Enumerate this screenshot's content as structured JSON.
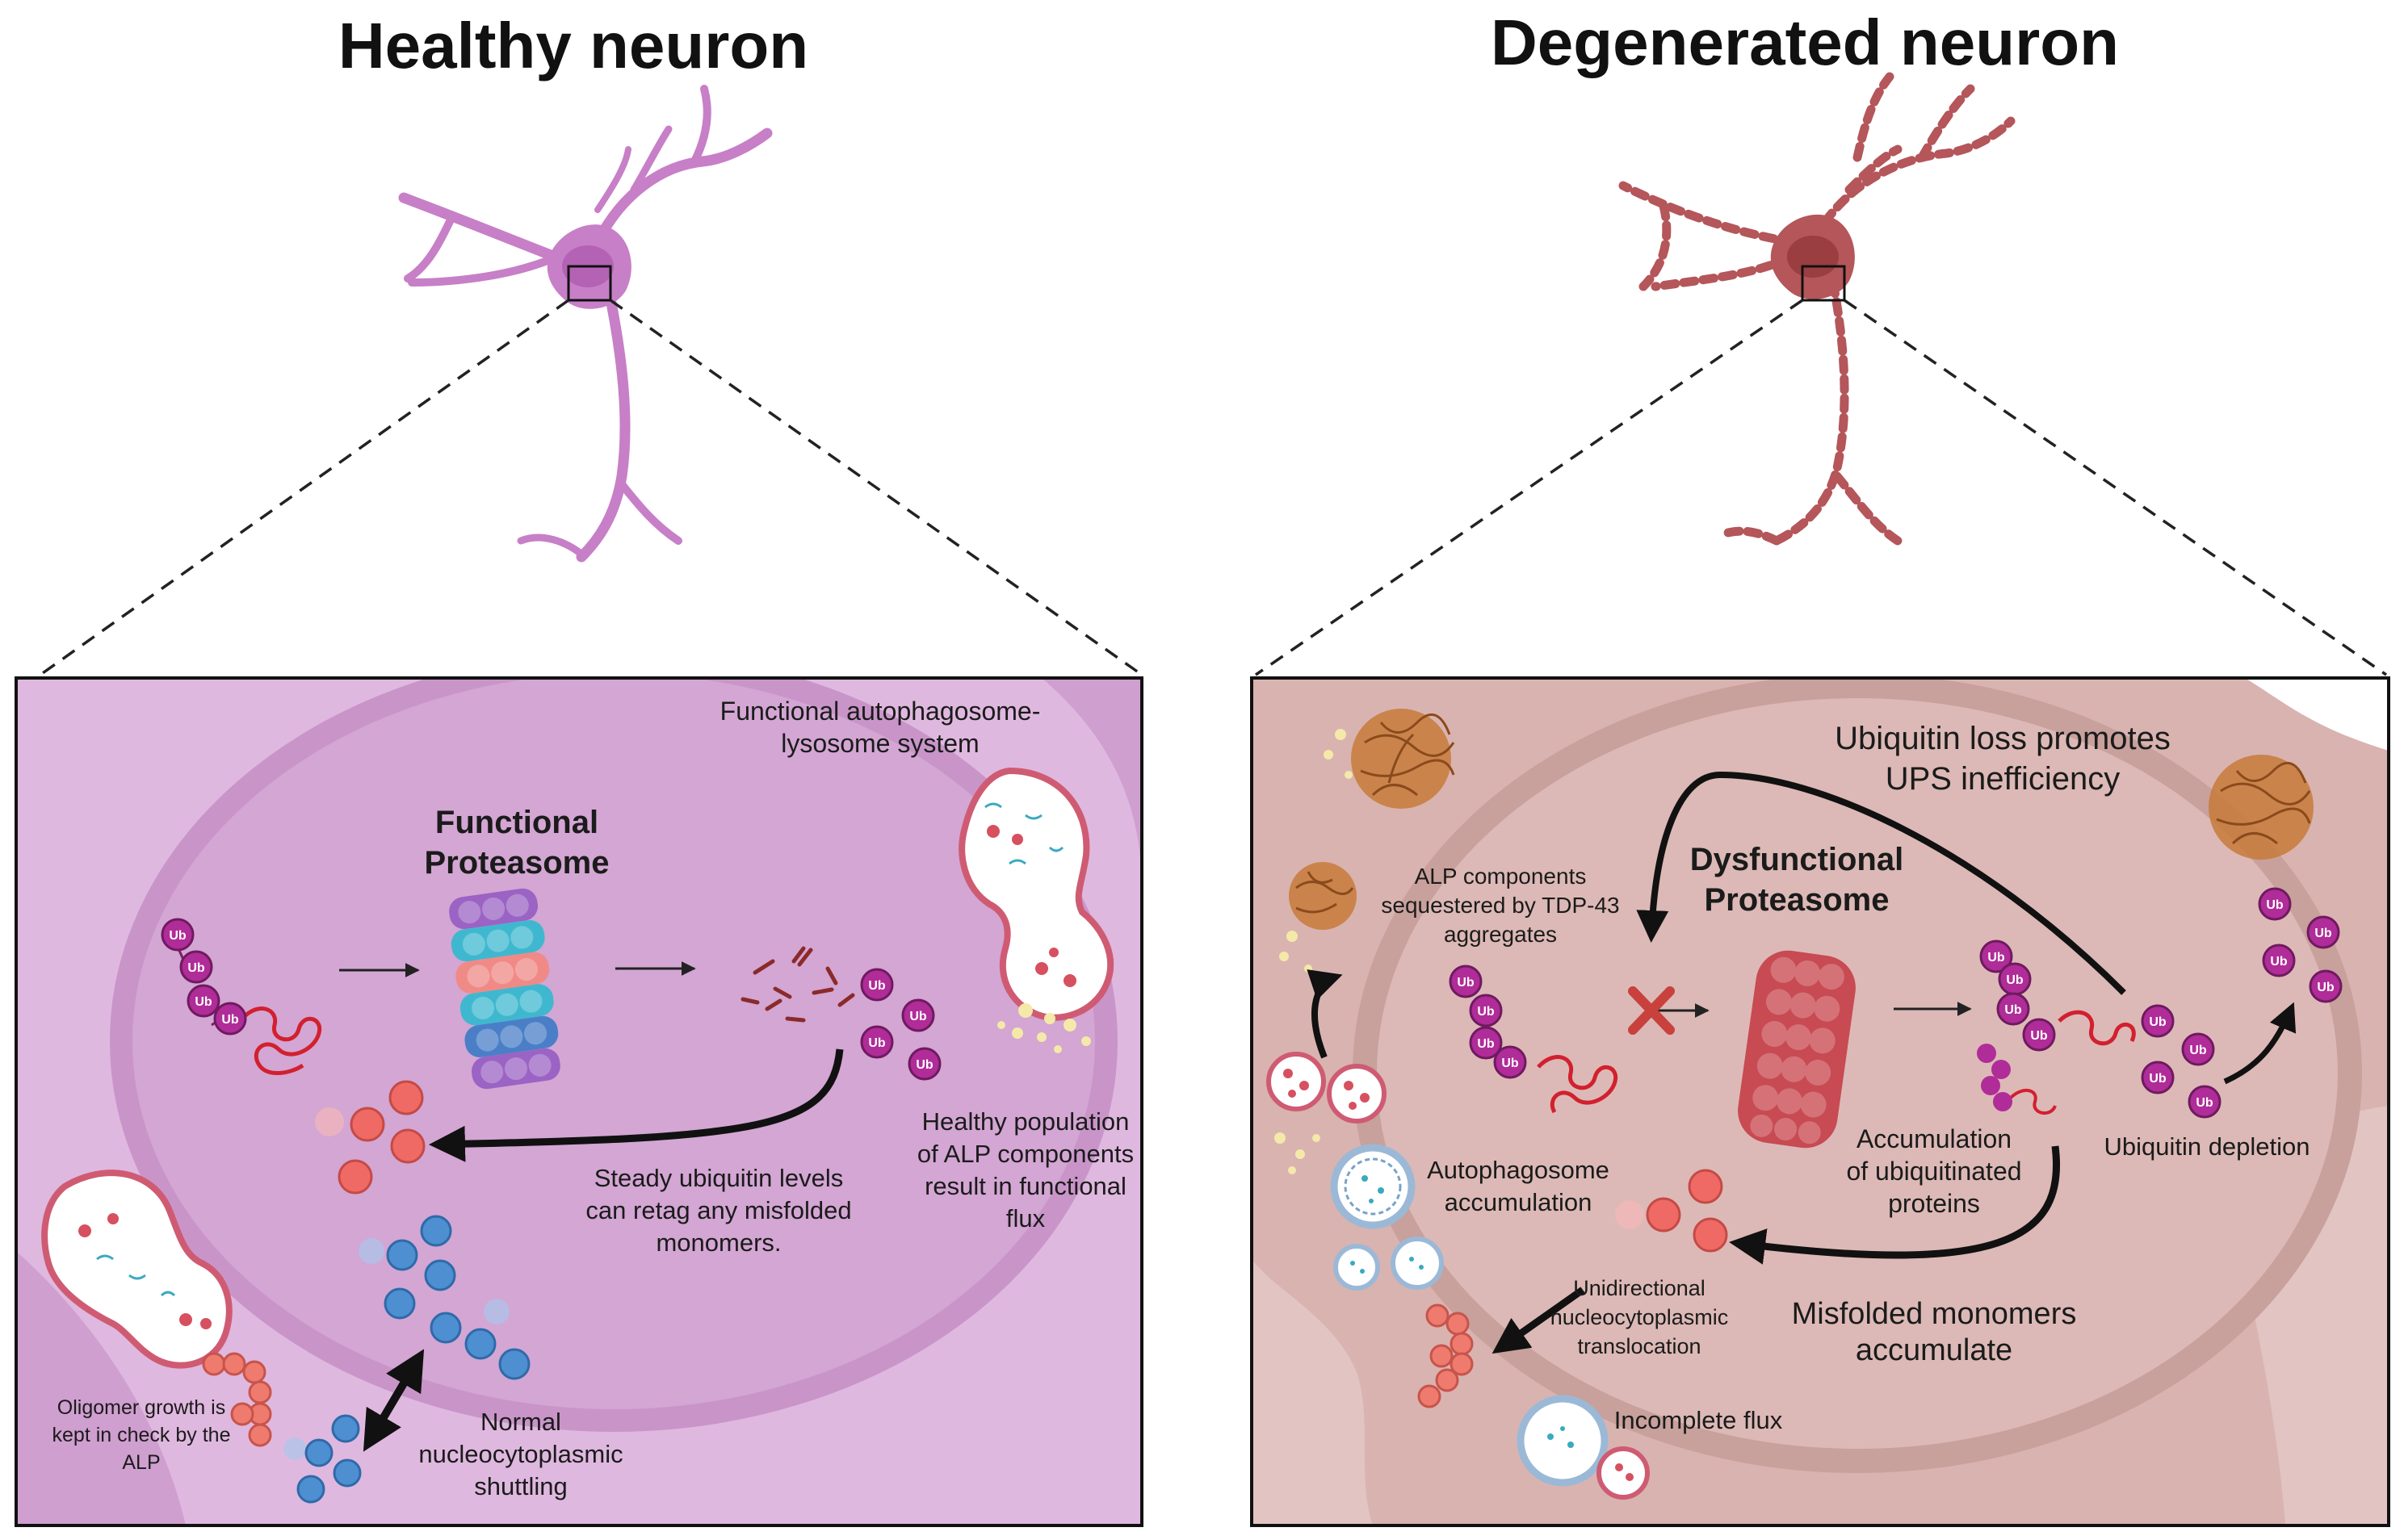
{
  "titles": {
    "healthy": "Healthy neuron",
    "degenerated": "Degenerated neuron"
  },
  "ub_tag": "Ub",
  "healthy_panel": {
    "functional_proteasome": [
      "Functional",
      "Proteasome"
    ],
    "autophagosome_system": [
      "Functional autophagosome-",
      "lysosome system"
    ],
    "healthy_population": [
      "Healthy population",
      "of ALP components",
      "result in functional",
      "flux"
    ],
    "steady_ubiquitin": [
      "Steady ubiquitin levels",
      "can retag any misfolded",
      "monomers."
    ],
    "oligomer_growth": [
      "Oligomer growth is",
      "kept in check by the",
      "ALP"
    ],
    "normal_shuttling": [
      "Normal",
      "nucleocytoplasmic",
      "shuttling"
    ]
  },
  "degenerated_panel": {
    "ubiquitin_loss": [
      "Ubiquitin loss promotes",
      "UPS inefficiency"
    ],
    "dysfunctional_proteasome": [
      "Dysfunctional",
      "Proteasome"
    ],
    "alp_sequestered": [
      "ALP components",
      "sequestered by TDP-43",
      "aggregates"
    ],
    "ubiquitin_depletion": "Ubiquitin depletion",
    "accumulation_ubiquitinated": [
      "Accumulation",
      "of ubiquitinated",
      "proteins"
    ],
    "autophagosome_accumulation": [
      "Autophagosome",
      "accumulation"
    ],
    "unidirectional": [
      "Unidirectional",
      "nucleocytoplasmic",
      "translocation"
    ],
    "misfolded_accumulate": [
      "Misfolded monomers",
      "accumulate"
    ],
    "incomplete_flux": "Incomplete flux"
  },
  "colors": {
    "healthy_bg": "#dfb8df",
    "healthy_nucleus": "#d3a6d3",
    "healthy_neuron": "#c77fc7",
    "degen_bg": "#e2c4c2",
    "degen_nucleus": "#d9b2af",
    "degen_neuron": "#b4565a",
    "ubiquitin": "#b02c98",
    "monomer": "#ef6a64",
    "blue_monomer": "#4d8fd0",
    "aggregate": "#c77a3a"
  }
}
